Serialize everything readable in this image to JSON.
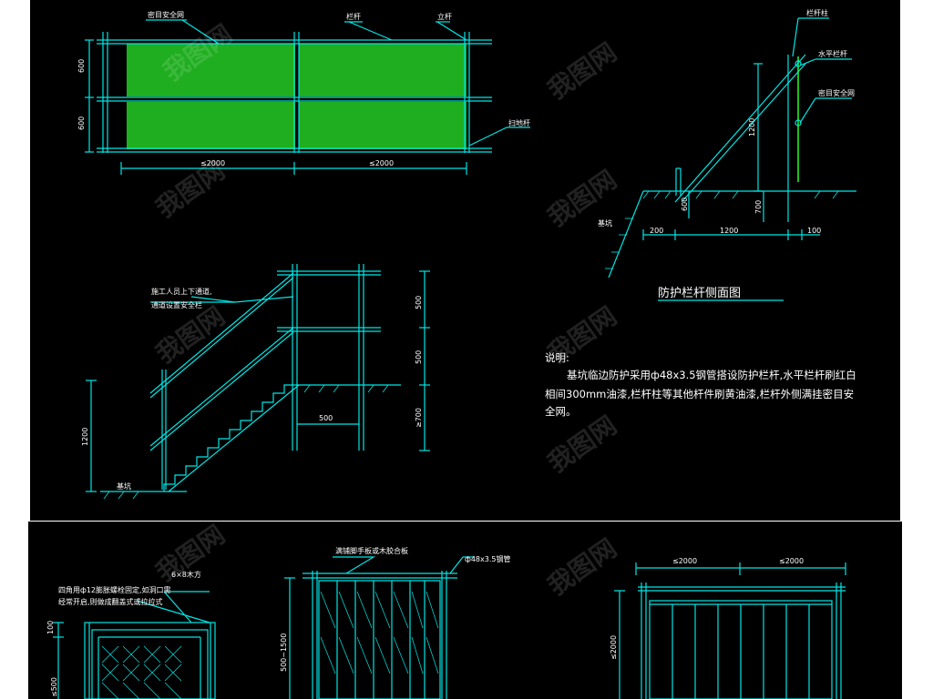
{
  "colors": {
    "background": "#000000",
    "frame": "#ffffff",
    "line": "#00e6e6",
    "mesh": "#1fae1f",
    "text": "#ffffff",
    "post": "#19c119"
  },
  "front_view": {
    "label_mesh": "密目安全网",
    "label_rail": "栏杆",
    "label_post": "立杆",
    "label_kick": "扫地杆",
    "dim_top": "600",
    "dim_bottom": "600",
    "span_left": "≤2000",
    "span_right": "≤2000"
  },
  "side_view": {
    "label_post": "栏杆柱",
    "label_rail": "水平栏杆",
    "label_net": "密目安全网",
    "label_slope": "基坑",
    "dim_height": "1200",
    "dim_post": "600",
    "dim_lower": "700",
    "dim_w1": "200",
    "dim_w2": "1200",
    "dim_w3": "100",
    "title": "防护栏杆侧面图"
  },
  "stair_view": {
    "note_line1": "施工人员上下通道,",
    "note_line2": "通道设置安全栏",
    "dim_a": "500",
    "dim_b": "500",
    "dim_c": "≥700",
    "dim_d": "500",
    "dim_height": "1200",
    "label_base": "基坑"
  },
  "notes": {
    "heading": "说明:",
    "line1": "基坑临边防护采用ф48x3.5钢管搭设防护栏杆,水平栏杆刷红白",
    "line2": "相间300mm油漆,栏杆柱等其他杆件刷黄油漆,栏杆外侧满挂密目安",
    "line3": "全网。"
  },
  "bottom_left": {
    "note_line1": "四角用ф12膨胀螺栓固定,如洞口需",
    "note_line2": "经常开启,则做成翻盖式或拉拉式",
    "label_timber": "6×8木方",
    "dim_a": "100",
    "dim_b": "≤500"
  },
  "bottom_mid": {
    "label_board": "满铺脚手板或木胶合板",
    "label_pipe": "ф48x3.5钢管",
    "dim_range": "500~1500"
  },
  "bottom_right": {
    "dim_left": "≤2000",
    "dim_right": "≤2000",
    "dim_height": "≤2000"
  },
  "watermark": "我图网"
}
